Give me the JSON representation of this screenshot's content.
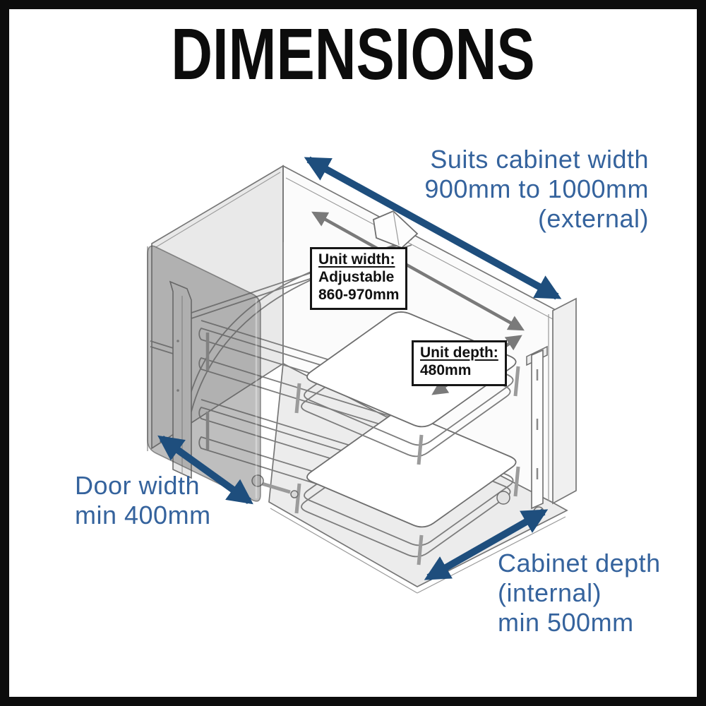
{
  "title": "DIMENSIONS",
  "colors": {
    "annotation_text_blue": "#35639d",
    "dimension_arrow_blue": "#1e4e7d",
    "drawing_line_gray": "#767676",
    "label_box_border": "#161616"
  },
  "annotations": {
    "cabinet_width": {
      "lines": [
        "Suits cabinet width",
        "900mm to 1000mm",
        "(external)"
      ]
    },
    "door_width": {
      "lines": [
        "Door width",
        "min 400mm"
      ]
    },
    "cabinet_depth": {
      "lines": [
        "Cabinet depth",
        "(internal)",
        "min 500mm"
      ]
    },
    "unit_width": {
      "heading": "Unit width:",
      "lines": [
        "Adjustable",
        "860-970mm"
      ]
    },
    "unit_depth": {
      "heading": "Unit depth:",
      "lines": [
        "480mm"
      ]
    }
  }
}
